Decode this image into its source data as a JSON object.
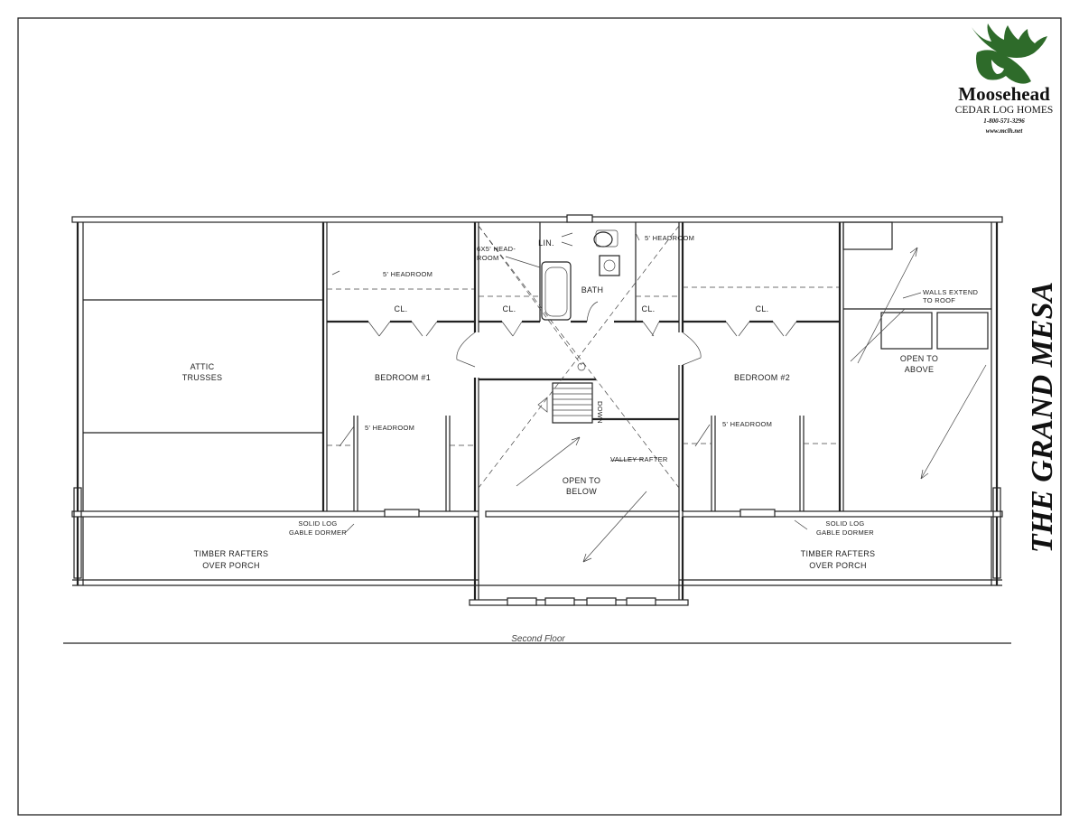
{
  "logo": {
    "icon": "moose-icon",
    "name": "Moosehead",
    "subtitle": "CEDAR LOG HOMES",
    "phone": "1-800-571-3296",
    "website": "www.mclh.net",
    "color": "#2e6b2a"
  },
  "plan_title": "THE GRAND MESA",
  "caption": "Second Floor",
  "rooms": {
    "attic": [
      "ATTIC",
      "TRUSSES"
    ],
    "bedroom1": "BEDROOM #1",
    "bedroom2": "BEDROOM #2",
    "bath": "BATH",
    "linen": "LIN.",
    "closet": "CL."
  },
  "notes": {
    "headroom": "5' HEADROOM",
    "head_room": [
      "6X5' HEAD-",
      "ROOM"
    ],
    "walls_extend": [
      "WALLS EXTEND",
      "TO ROOF"
    ],
    "open_above": [
      "OPEN TO",
      "ABOVE"
    ],
    "open_below": [
      "OPEN TO",
      "BELOW"
    ],
    "valley_rafter": "VALLEY RAFTER",
    "down": "DOWN",
    "dormer": [
      "SOLID LOG",
      "GABLE DORMER"
    ],
    "porch": [
      "TIMBER RAFTERS",
      "OVER PORCH"
    ]
  }
}
